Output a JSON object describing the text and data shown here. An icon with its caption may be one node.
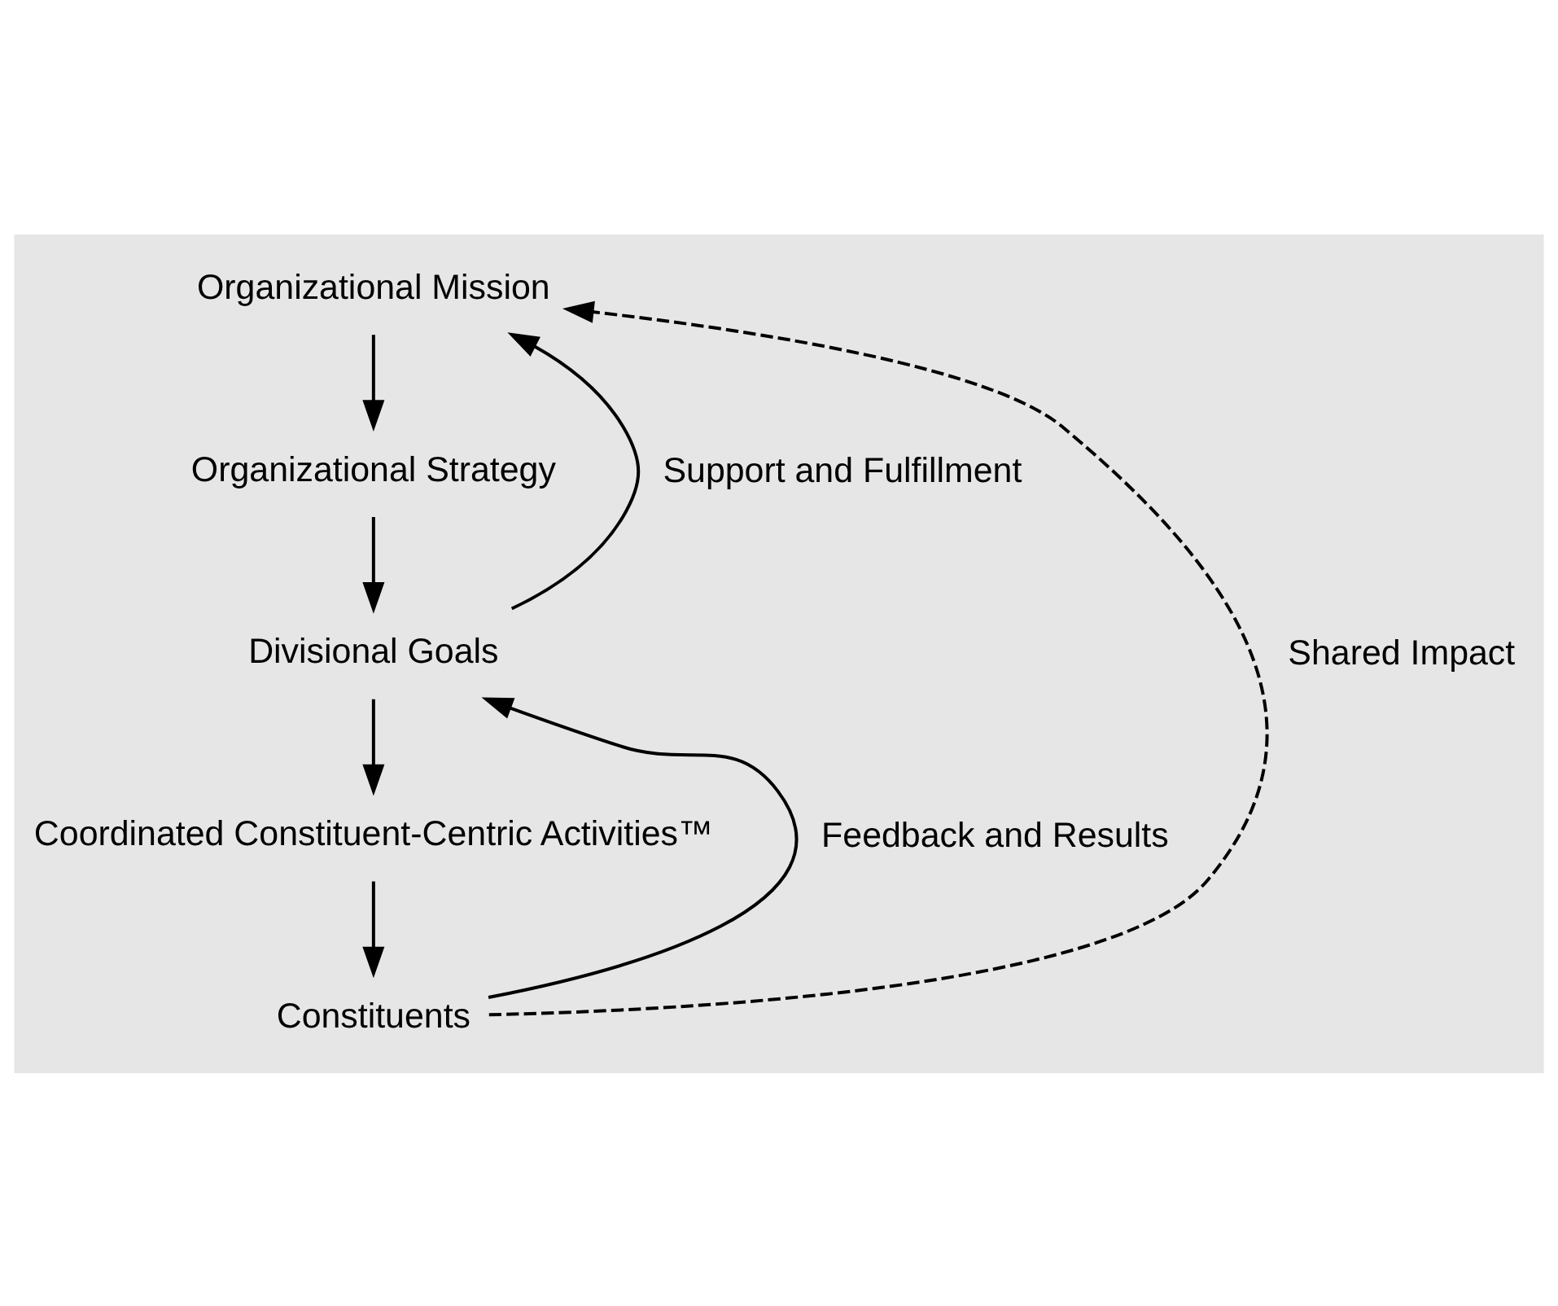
{
  "diagram": {
    "nodes": [
      {
        "text": [
          "Organizational Mission"
        ]
      },
      {
        "text": [
          "Organizational Strategy"
        ]
      },
      {
        "text": [
          "Divisional Goals"
        ]
      },
      {
        "text": [
          "Coordinated Constituent-Centric Activities™"
        ]
      },
      {
        "text": [
          "Constituents"
        ]
      }
    ],
    "edges": [
      {
        "from": 0,
        "to": 1,
        "arrow": "to"
      },
      {
        "from": 1,
        "to": 2,
        "arrow": "to"
      },
      {
        "from": 2,
        "to": 3,
        "arrow": "to"
      },
      {
        "from": 3,
        "to": 4,
        "arrow": "to"
      },
      {
        "from": 4,
        "to": 2,
        "arrow": "to",
        "label": "Feedback and Results"
      },
      {
        "from": 2,
        "to": 0,
        "arrow": "to",
        "label": "Support and Fulfillment"
      },
      {
        "from": 4,
        "to": 0,
        "arrow": "to",
        "label": "Shared Impact",
        "style": "dashed"
      }
    ]
  }
}
